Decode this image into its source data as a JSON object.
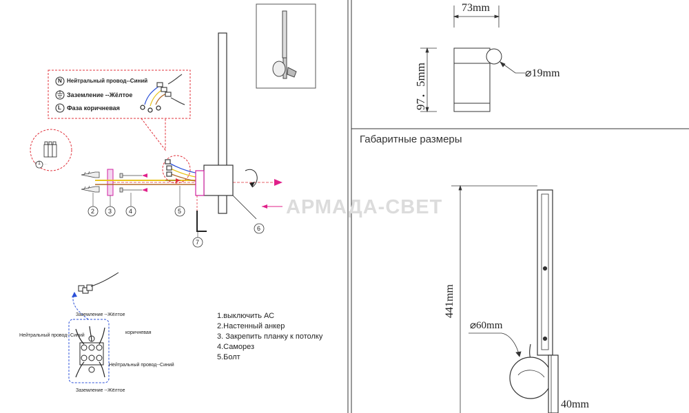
{
  "legend": {
    "neutral": "Нейтральный провод--Синий",
    "ground": "Заземление --Жёлтое",
    "phase": "Фаза коричневая",
    "sym_n": "N",
    "sym_l": "L"
  },
  "steps": [
    "1.выключить АС",
    "2.Настенный   анкер",
    "3. Закрепить планку к потолку",
    "4.Саморез",
    "5.Болт"
  ],
  "callouts": [
    "2",
    "3",
    "4",
    "5",
    "6",
    "7",
    "1"
  ],
  "terminal": {
    "ground_top": "Заземление --Жёлтое",
    "neutral_left": "Нейтральный провод--Синий",
    "phase_right": "коричневая",
    "neutral_right": "Нейтральный провод--Синий",
    "ground_bottom": "Заземление --Жёлтое"
  },
  "dimensions": {
    "width_top": "73mm",
    "height_top": "97．5mm",
    "dia_top": "⌀19mm",
    "section_title": "Габаритные размеры",
    "height_main": "441mm",
    "dia_main": "⌀60mm",
    "base_width": "40mm"
  },
  "watermark": "АРМАДА-СВЕТ",
  "colors": {
    "blue_wire": "#2b50d8",
    "yellow_wire": "#e8c21a",
    "brown_wire": "#b06a2a",
    "red_callout": "#e0303a",
    "magenta": "#e0208a"
  }
}
